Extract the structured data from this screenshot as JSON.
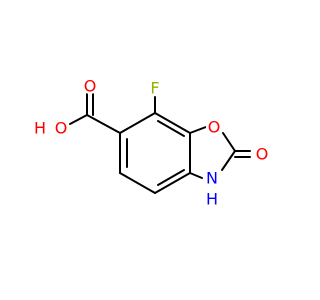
{
  "molecule": {
    "atoms": [
      {
        "id": "F",
        "label": "F",
        "color": "#8fb300"
      },
      {
        "id": "O1",
        "label": "O",
        "color": "#ff0000"
      },
      {
        "id": "O2",
        "label": "O",
        "color": "#ff0000"
      },
      {
        "id": "O3",
        "label": "O",
        "color": "#ff0000"
      },
      {
        "id": "HO",
        "label": "H",
        "color": "#ff0000"
      },
      {
        "id": "N",
        "label": "N",
        "color": "#0000ff"
      },
      {
        "id": "NH",
        "label": "H",
        "color": "#0000ff"
      }
    ],
    "bond_color": "#000000"
  }
}
